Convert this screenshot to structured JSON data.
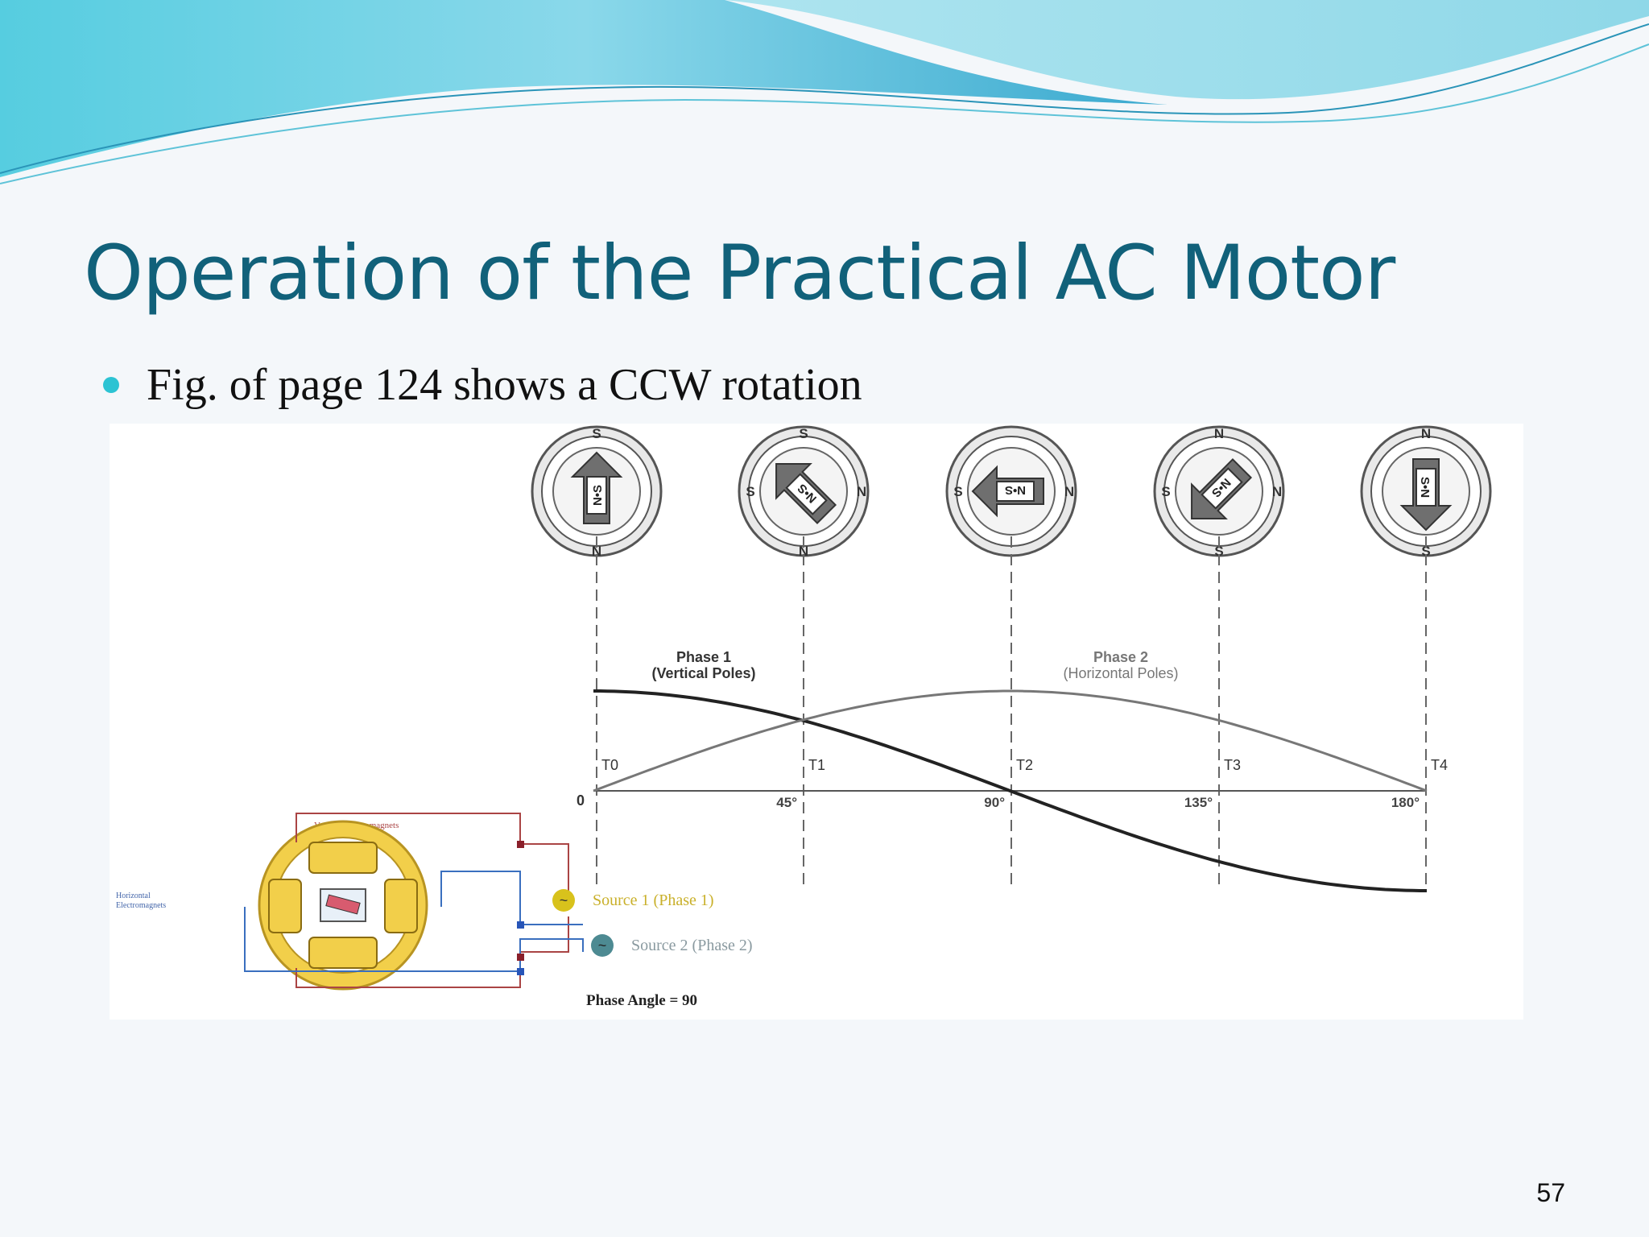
{
  "slide": {
    "title": "Operation of the Practical AC Motor",
    "bullet": "Fig. of page 124 shows a CCW rotation",
    "page_number": "57"
  },
  "colors": {
    "title": "#11617a",
    "bullet": "#2cc3d3",
    "wave_light": "#a8e4ef",
    "wave_dark": "#3fb3cf",
    "magnet_yellow": "#f2cf4a",
    "source1": "#d8c21c",
    "source2": "#4d8a92"
  },
  "figure": {
    "phase1_title": "Phase 1",
    "phase1_sub": "(Vertical Poles)",
    "phase2_title": "Phase 2",
    "phase2_sub": "(Horizontal Poles)",
    "zero": "0",
    "angles": [
      "45°",
      "90°",
      "135°",
      "180°"
    ],
    "times": [
      "T0",
      "T1",
      "T2",
      "T3",
      "T4"
    ],
    "rotors": [
      {
        "top": "S",
        "bottom": "N",
        "left": "",
        "right": "",
        "magnet": "N•S"
      },
      {
        "top": "S",
        "bottom": "N",
        "left": "S",
        "right": "N",
        "magnet": "N•S"
      },
      {
        "top": "",
        "bottom": "",
        "left": "S",
        "right": "N",
        "magnet": "N•S"
      },
      {
        "top": "N",
        "bottom": "S",
        "left": "S",
        "right": "N",
        "magnet": "N•S"
      },
      {
        "top": "N",
        "bottom": "S",
        "left": "",
        "right": "",
        "magnet": "S•N"
      }
    ],
    "circuit": {
      "vertical_label": "Vertical Electromagnets",
      "horizontal_label_1": "Horizontal",
      "horizontal_label_2": "Electromagnets",
      "source1": "Source 1 (Phase 1)",
      "source2": "Source 2 (Phase 2)",
      "phase_angle": "Phase Angle = 90"
    }
  }
}
